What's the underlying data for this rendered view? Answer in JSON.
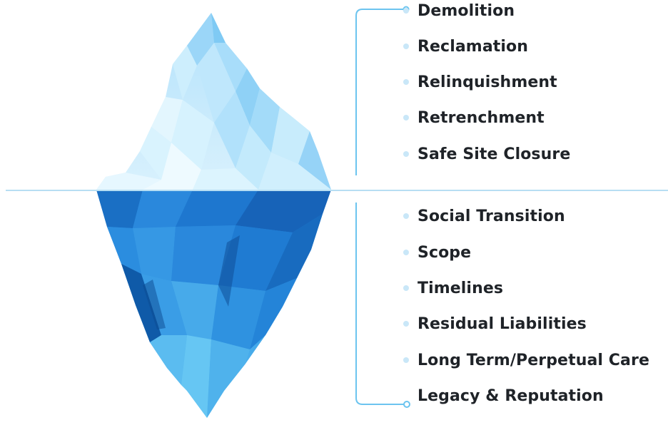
{
  "above_waterline": {
    "items": [
      {
        "label": "Demolition"
      },
      {
        "label": "Reclamation"
      },
      {
        "label": "Relinquishment"
      },
      {
        "label": "Retrenchment"
      },
      {
        "label": "Safe Site Closure"
      }
    ]
  },
  "below_waterline": {
    "items": [
      {
        "label": "Social Transition"
      },
      {
        "label": "Scope"
      },
      {
        "label": "Timelines"
      },
      {
        "label": "Residual Liabilities"
      },
      {
        "label": "Long Term/Perpetual Care"
      },
      {
        "label": "Legacy & Reputation"
      }
    ]
  },
  "colors": {
    "waterline": "#b7def3",
    "bracket": "#6cc4ef",
    "bullet": "#c9e7f8",
    "text": "#1f2328",
    "ice_light": "#bfe6fb",
    "ice_mid": "#86cdf5",
    "ice_deep": "#1565c0"
  }
}
